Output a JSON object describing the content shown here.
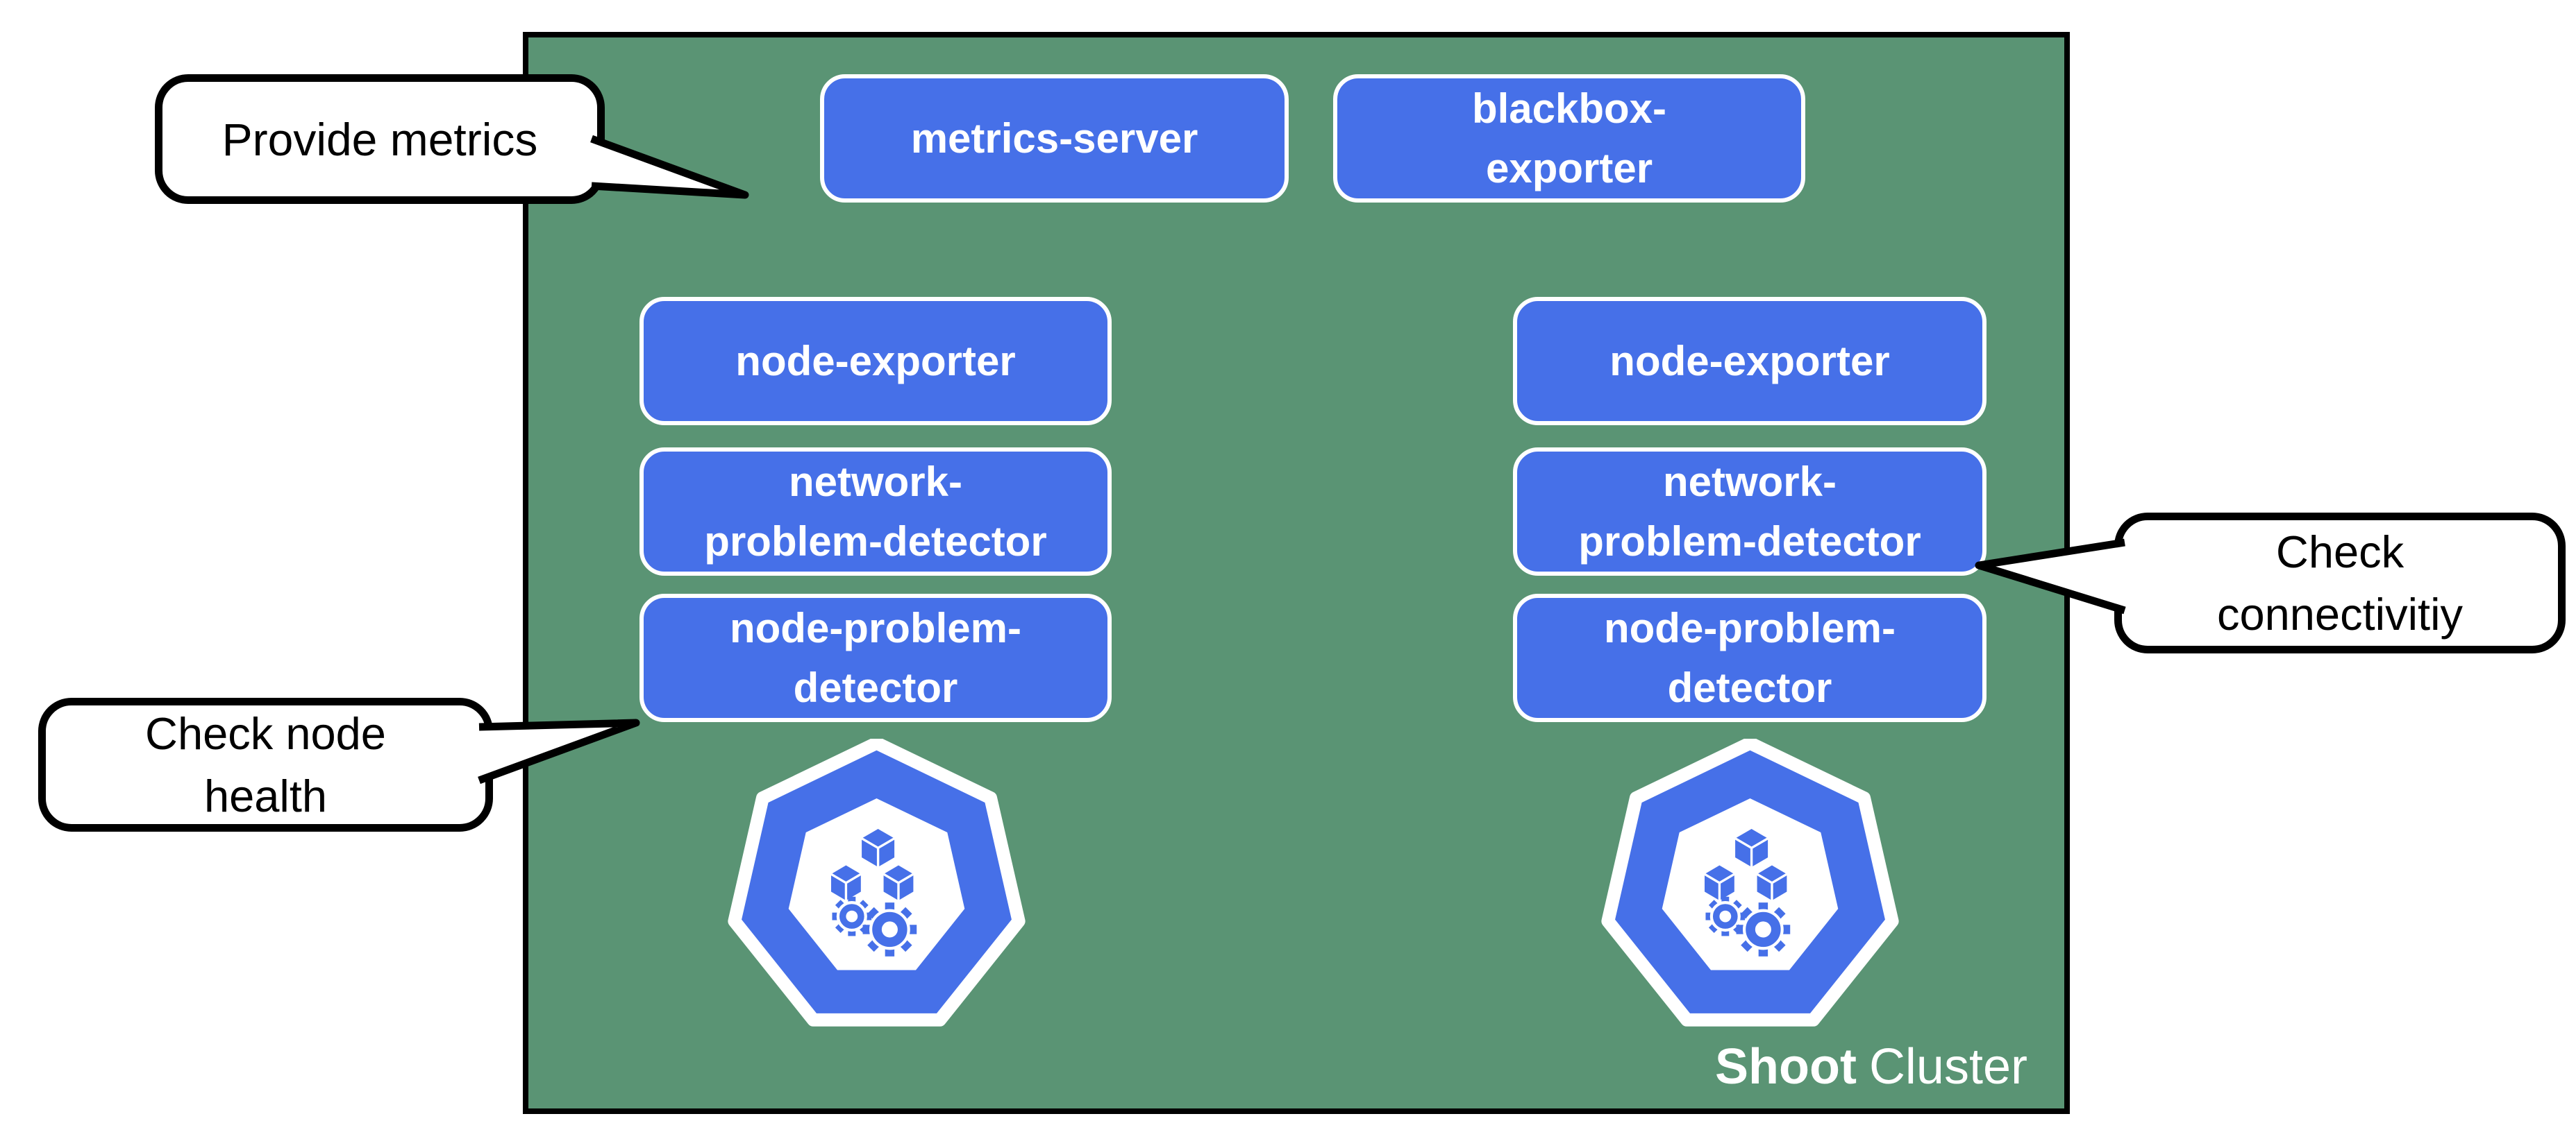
{
  "colors": {
    "cluster_green": "#5A9474",
    "pod_blue": "#4670E8",
    "outline_black": "#000000",
    "text_white": "#FFFFFF"
  },
  "cluster": {
    "name_bold": "Shoot",
    "name_rest": "Cluster"
  },
  "pods": {
    "metrics_server": {
      "lines": [
        "metrics-server"
      ]
    },
    "blackbox_exporter": {
      "lines": [
        "blackbox-",
        "exporter"
      ]
    }
  },
  "nodes": [
    {
      "icon": "kubernetes-node-icon",
      "pods": [
        {
          "lines": [
            "node-exporter"
          ]
        },
        {
          "lines": [
            "network-",
            "problem-detector"
          ]
        },
        {
          "lines": [
            "node-problem-",
            "detector"
          ]
        }
      ]
    },
    {
      "icon": "kubernetes-node-icon",
      "pods": [
        {
          "lines": [
            "node-exporter"
          ]
        },
        {
          "lines": [
            "network-",
            "problem-detector"
          ]
        },
        {
          "lines": [
            "node-problem-",
            "detector"
          ]
        }
      ]
    }
  ],
  "callouts": [
    {
      "lines": [
        "Provide metrics"
      ]
    },
    {
      "lines": [
        "Check node",
        "health"
      ]
    },
    {
      "lines": [
        "Check",
        "connectivitiy"
      ]
    }
  ]
}
